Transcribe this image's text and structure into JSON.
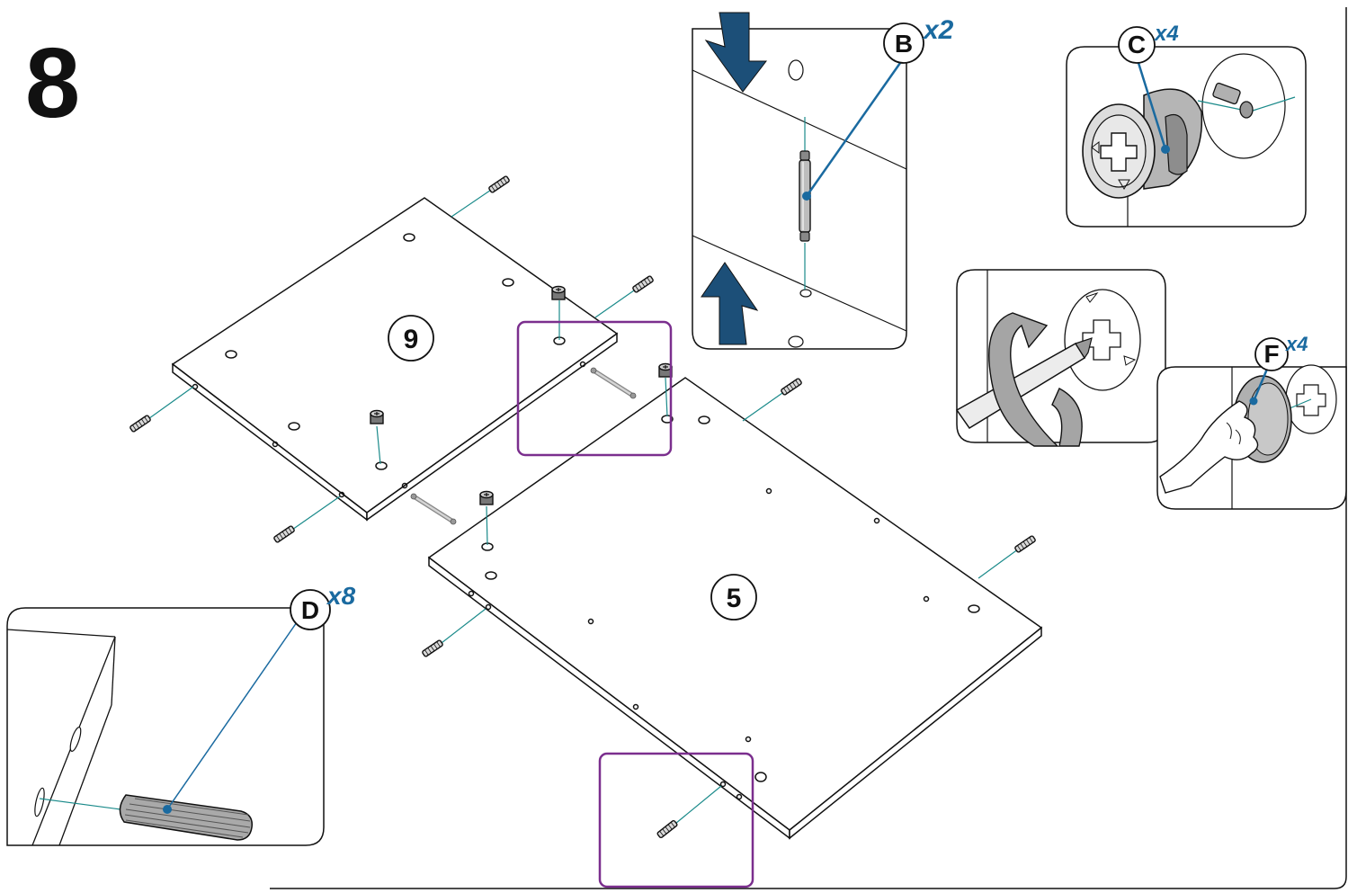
{
  "step": {
    "number": "8"
  },
  "parts": {
    "b": {
      "letter": "B",
      "qty": "x2"
    },
    "c": {
      "letter": "C",
      "qty": "x4"
    },
    "d": {
      "letter": "D",
      "qty": "x8"
    },
    "f": {
      "letter": "F",
      "qty": "x4"
    }
  },
  "panels": {
    "top": {
      "number": "9"
    },
    "bottom": {
      "number": "5"
    }
  },
  "colors": {
    "line": "#111111",
    "callout": "#1a6aa0",
    "guide": "#1a8a8a",
    "arrow": "#1c4f78",
    "highlight": "#7b2f8e",
    "metal": "#a8a8a8"
  }
}
